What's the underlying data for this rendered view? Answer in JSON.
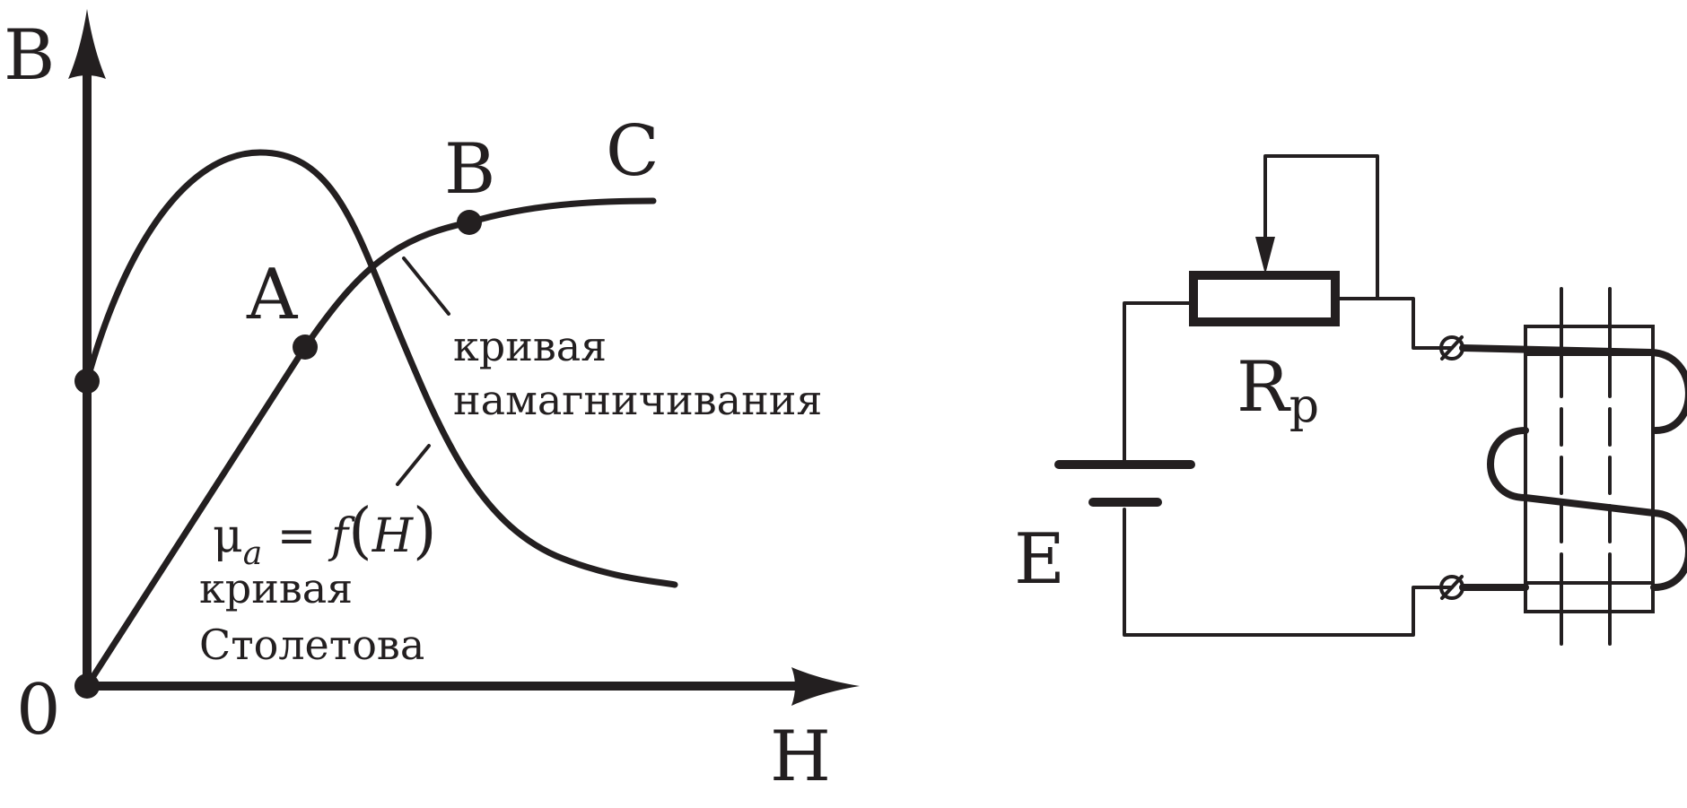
{
  "graph": {
    "y_axis_label": "B",
    "x_axis_label": "H",
    "origin_label": "0",
    "point_a_label": "A",
    "point_b_label": "B",
    "point_c_label": "C",
    "magnetization_label_line1": "кривая",
    "magnetization_label_line2": "намагничивания",
    "formula_mu": "μ",
    "formula_sub": "a",
    "formula_eq": " = ",
    "formula_f": "f",
    "formula_lparen": "(",
    "formula_h": "H",
    "formula_rparen": ")",
    "stoletov_label_line1": "кривая",
    "stoletov_label_line2": "Столетова"
  },
  "circuit": {
    "rheostat_label": "R",
    "rheostat_sub": "p",
    "emf_label": "E"
  },
  "colors": {
    "ink": "#231f20",
    "background": "#ffffff"
  }
}
